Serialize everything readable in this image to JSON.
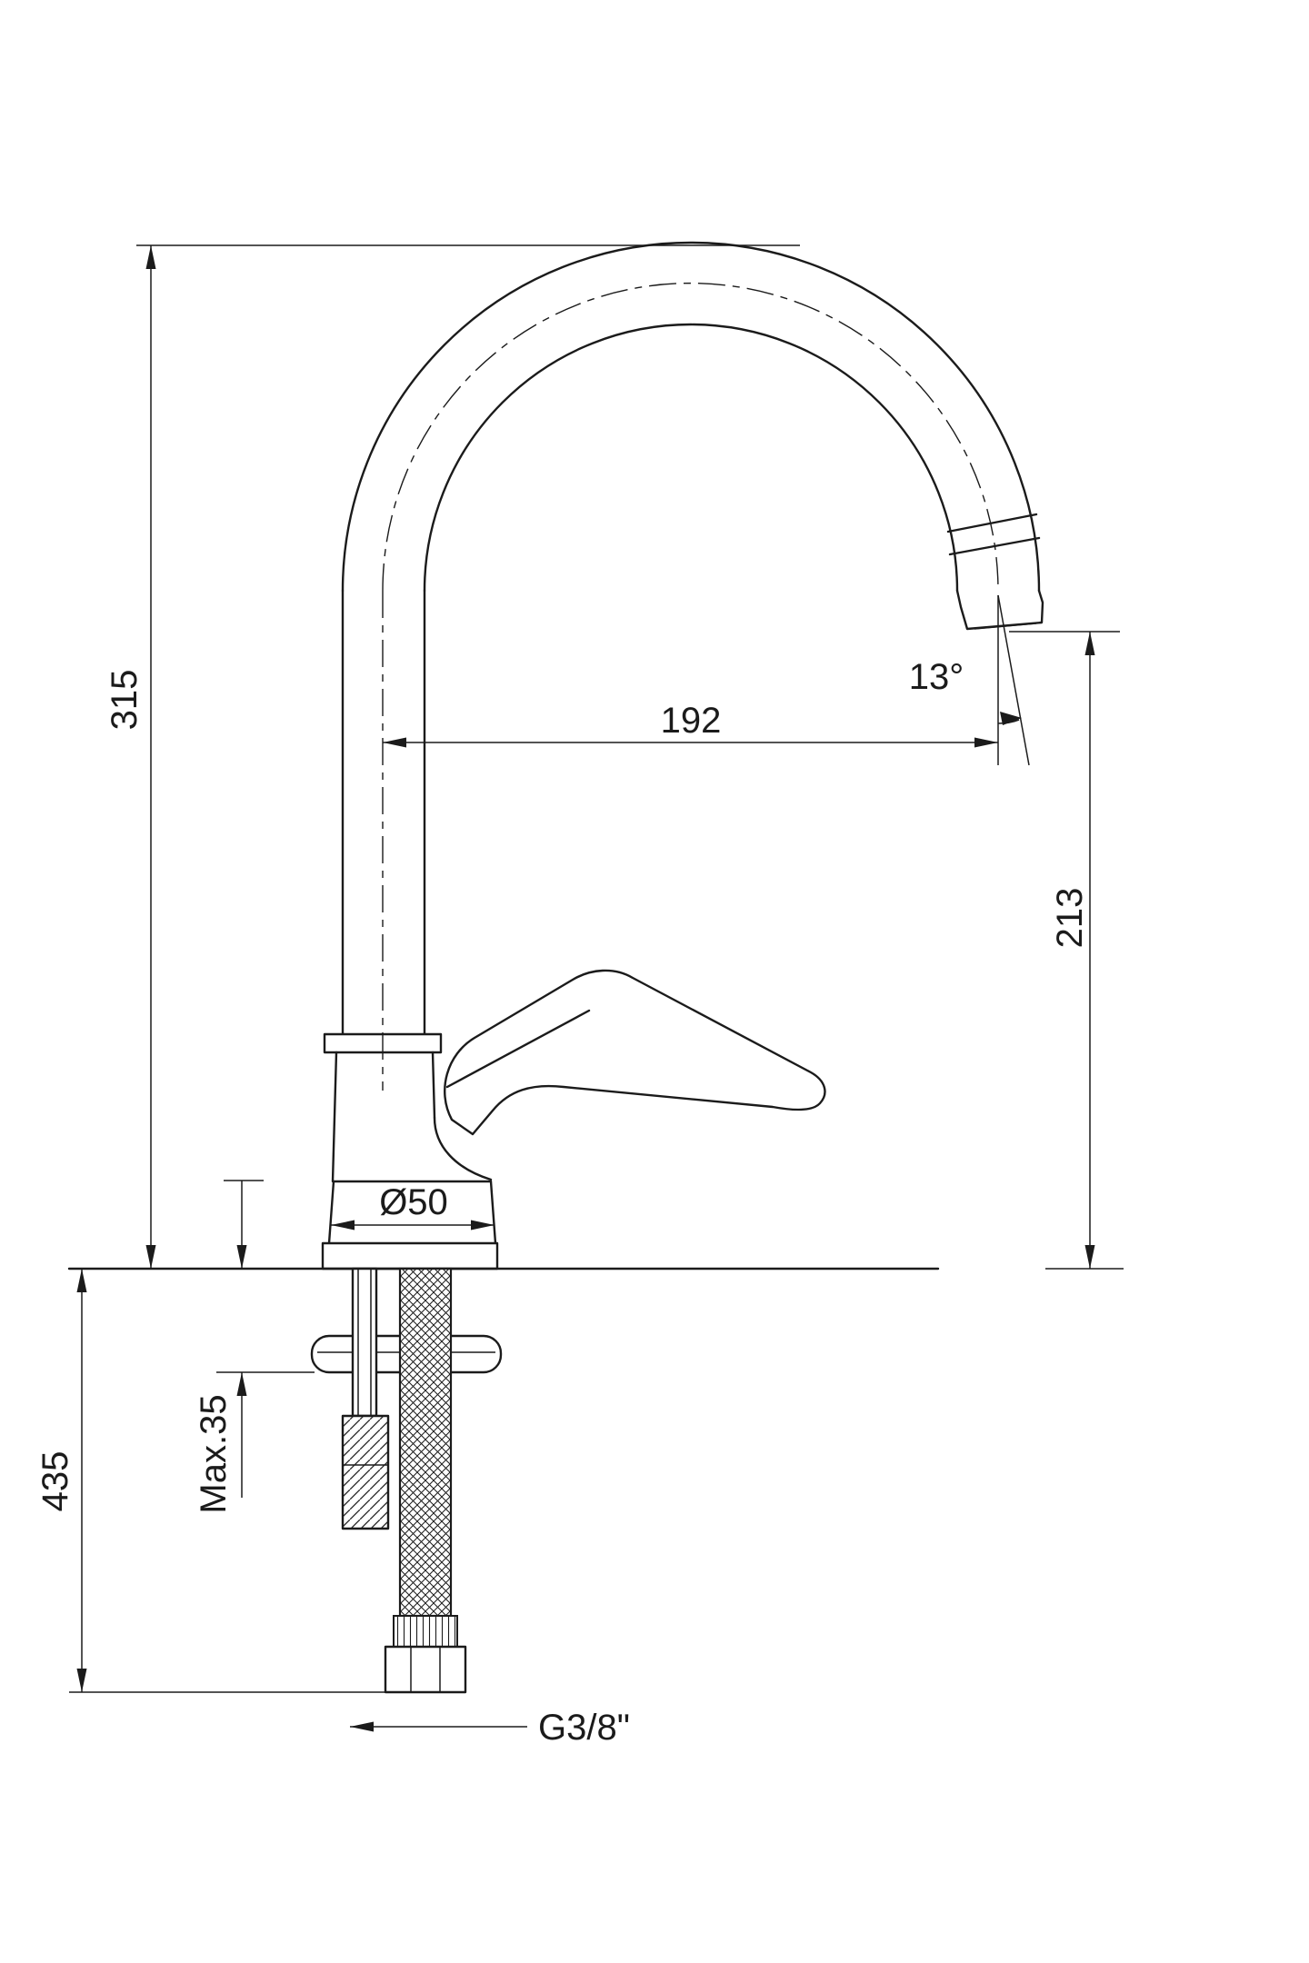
{
  "drawing": {
    "background": "#ffffff",
    "ink": "#1b1b1b",
    "subject": "Single-lever high-arc kitchen mixer tap, dimensioned side elevation with under-counter mounting parts",
    "labels": {
      "overall_height_mm": "315",
      "spout_reach_mm": "192",
      "spout_angle": "13°",
      "outlet_height_mm": "213",
      "base_diameter": "Ø50",
      "max_deck_thickness": "Max.35",
      "under_counter_length_mm": "435",
      "supply_thread": "G3/8\""
    }
  }
}
